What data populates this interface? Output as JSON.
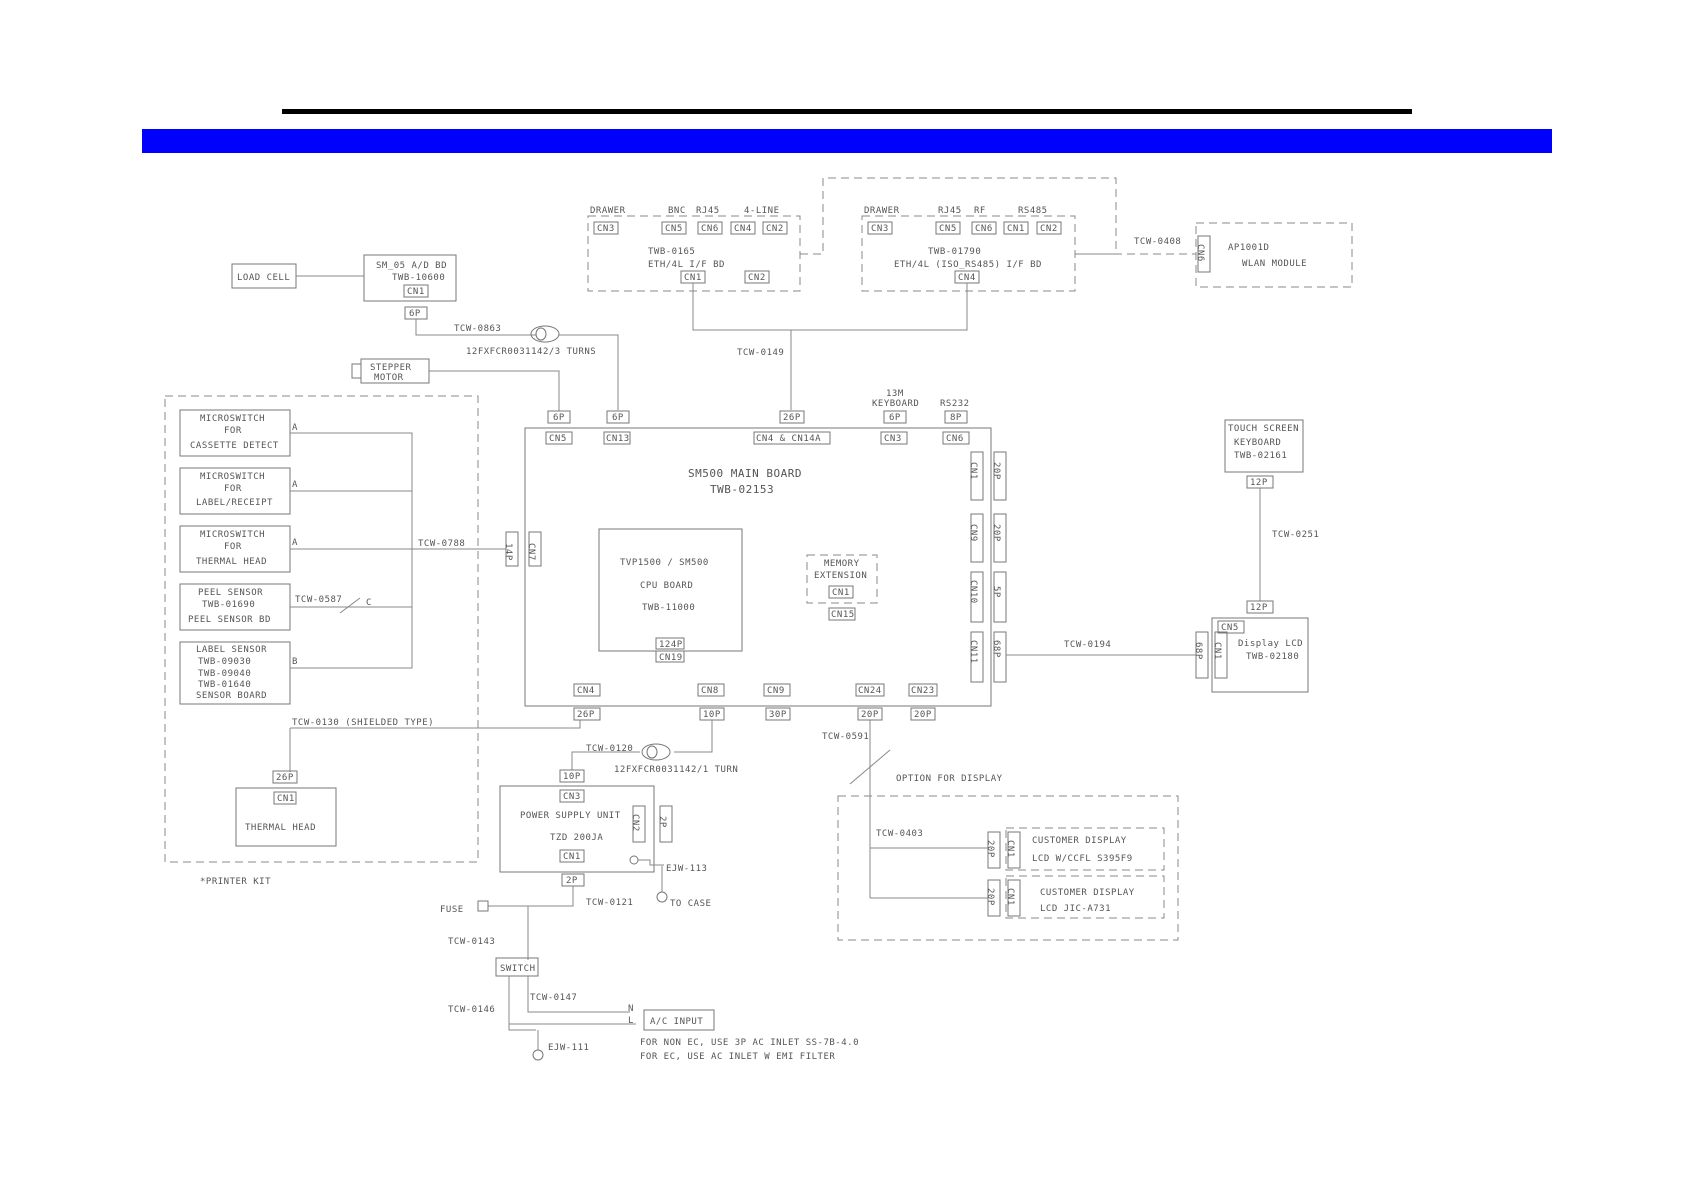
{
  "colors": {
    "band": "#0000ff",
    "line": "#888888",
    "text": "#555555"
  },
  "labels": {
    "load_cell": "LOAD CELL",
    "ad_bd_1": "SM_05 A/D BD",
    "ad_bd_2": "TWB-10600",
    "cn1": "CN1",
    "p6": "6P",
    "tcw0863": "TCW-0863",
    "ferrite3": "12FXFCR0031142/3 TURNS",
    "stepper_1": "STEPPER",
    "stepper_2": "MOTOR",
    "ms1_1": "MICROSWITCH",
    "ms1_2": "FOR",
    "ms1_3": "CASSETTE DETECT",
    "ms2_1": "MICROSWITCH",
    "ms2_2": "FOR",
    "ms2_3": "LABEL/RECEIPT",
    "ms3_1": "MICROSWITCH",
    "ms3_2": "FOR",
    "ms3_3": "THERMAL HEAD",
    "peel_1": "PEEL SENSOR",
    "peel_2": "TWB-01690",
    "peel_3": "PEEL SENSOR BD",
    "lab_1": "LABEL SENSOR",
    "lab_2": "TWB-09030",
    "lab_3": "TWB-09040",
    "lab_4": "TWB-01640",
    "lab_5": "SENSOR BOARD",
    "a": "A",
    "b": "B",
    "c": "C",
    "tcw0788": "TCW-0788",
    "tcw0587": "TCW-0587",
    "p14": "14P",
    "cn7": "CN7",
    "tcw0130": "TCW-0130 (SHIELDED TYPE)",
    "p26": "26P",
    "thermal_head": "THERMAL HEAD",
    "printer_kit": "*PRINTER KIT",
    "drawer": "DRAWER",
    "bnc": "BNC",
    "rj45": "RJ45",
    "line4": "4-LINE",
    "rf": "RF",
    "rs485": "RS485",
    "cn3": "CN3",
    "cn5": "CN5",
    "cn6": "CN6",
    "cn4": "CN4",
    "cn2": "CN2",
    "eth1_1": "TWB-0165",
    "eth1_2": "ETH/4L I/F BD",
    "eth2_1": "TWB-01790",
    "eth2_2": "ETH/4L (ISO_RS485) I/F BD",
    "tcw0408": "TCW-0408",
    "wlan_1": "AP1001D",
    "wlan_2": "WLAN MODULE",
    "tcw0149": "TCW-0149",
    "kb_1": "13M",
    "kb_2": "KEYBOARD",
    "rs232": "RS232",
    "p8": "8P",
    "cn13": "CN13",
    "cn4_14a": "CN4 & CN14A",
    "main_1": "SM500 MAIN BOARD",
    "main_2": "TWB-02153",
    "cpu_1": "TVP1500 / SM500",
    "cpu_2": "CPU BOARD",
    "cpu_3": "TWB-11000",
    "p124": "124P",
    "cn19": "CN19",
    "mem_1": "MEMORY",
    "mem_2": "EXTENSION",
    "cn15": "CN15",
    "cn8": "CN8",
    "cn9": "CN9",
    "cn24": "CN24",
    "cn23": "CN23",
    "p10": "10P",
    "p30": "30P",
    "p20": "20P",
    "cn_v1": "CN1",
    "cn_v9": "CN9",
    "cn_v10": "CN10",
    "cn_v11": "CN11",
    "p_v20": "20P",
    "p_v5": "5P",
    "p_v68": "68P",
    "touch_1": "TOUCH SCREEN",
    "touch_2": "KEYBOARD",
    "touch_3": "TWB-02161",
    "p12": "12P",
    "tcw0251": "TCW-0251",
    "lcd_1": "Display LCD",
    "lcd_2": "TWB-02180",
    "tcw0194": "TCW-0194",
    "tcw0120": "TCW-0120",
    "ferrite1": "12FXFCR0031142/1 TURN",
    "psu_1": "POWER SUPPLY UNIT",
    "psu_2": "TZD 200JA",
    "p2": "2P",
    "ejw113": "EJW-113",
    "to_case": "TO CASE",
    "fuse": "FUSE",
    "tcw0121": "TCW-0121",
    "tcw0143": "TCW-0143",
    "switch": "SWITCH",
    "tcw0147": "TCW-0147",
    "tcw0146": "TCW-0146",
    "n": "N",
    "l": "L",
    "ac_input": "A/C INPUT",
    "ejw111": "EJW-111",
    "note_1": "FOR NON EC, USE 3P AC INLET SS-7B-4.0",
    "note_2": "FOR EC, USE AC INLET W EMI FILTER",
    "tcw0591": "TCW-0591",
    "option_display": "OPTION FOR DISPLAY",
    "tcw0403": "TCW-0403",
    "cust1_1": "CUSTOMER DISPLAY",
    "cust1_2": "LCD W/CCFL S395F9",
    "cust2_1": "CUSTOMER DISPLAY",
    "cust2_2": "LCD JIC-A731"
  }
}
